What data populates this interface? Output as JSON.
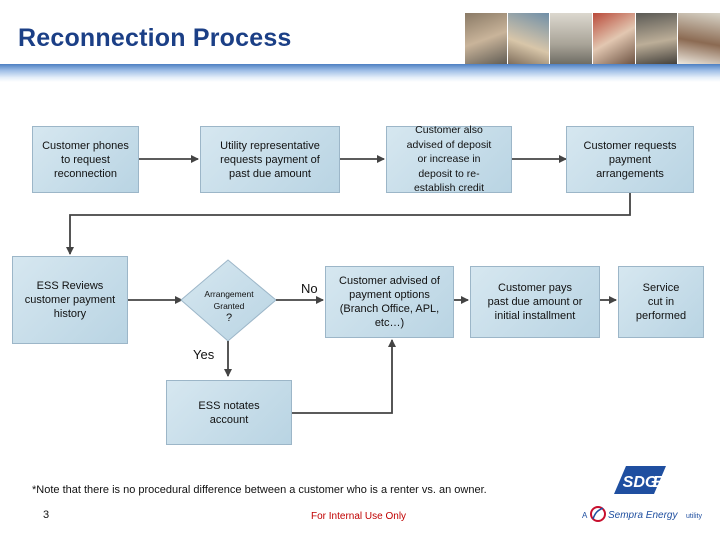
{
  "title": "Reconnection Process",
  "boxes": {
    "customer_phones": "Customer phones\nto request\nreconnection",
    "utility_rep": "Utility representative\nrequests payment of\npast due amount",
    "deposit": "Customer  also\nadvised of deposit\nor increase in\ndeposit to re-\nestablish credit",
    "payment_arrangements": "Customer requests\npayment\narrangements",
    "ess_reviews": "ESS Reviews\ncustomer payment\nhistory",
    "payment_options": "Customer advised of\npayment options\n(Branch Office, APL,\netc…)",
    "customer_pays": "Customer pays\npast due amount or\ninitial installment",
    "service_cut_in": "Service\ncut in\nperformed",
    "ess_notates": "ESS notates\naccount"
  },
  "decision": {
    "text": "Arrangement\nGranted",
    "question_mark": "?",
    "no_label": "No",
    "yes_label": "Yes"
  },
  "note": "*Note that there is no procedural difference between a customer who is a renter vs.  an owner.",
  "page_number": "3",
  "footer": "For Internal Use Only",
  "logos": {
    "sdge": "SDGE",
    "sempra": "A Sempra Energy utility"
  },
  "colors": {
    "title": "#1b3f86",
    "box_fill": "#c7dde9",
    "arrow": "#444444",
    "footer": "#c00000",
    "sdge_blue": "#1f4fa0",
    "sempra_red": "#c8102e"
  }
}
